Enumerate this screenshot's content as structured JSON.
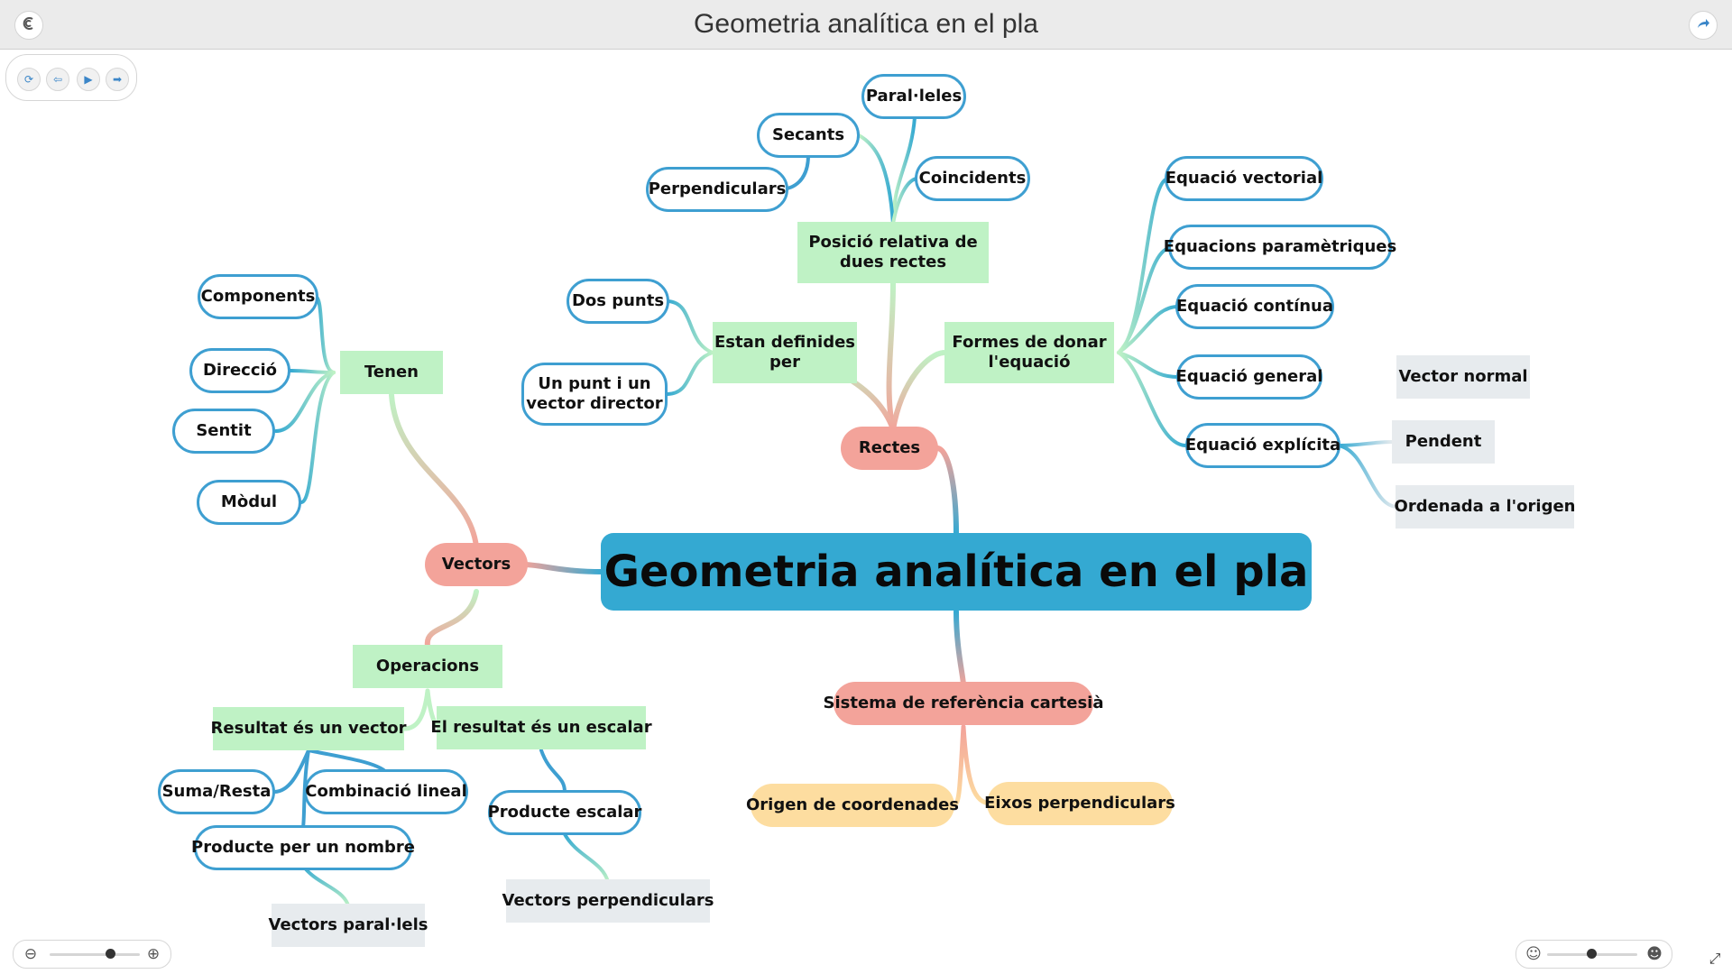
{
  "app": {
    "title": "Geometria analítica en el pla",
    "colors": {
      "center": "#34a9d2",
      "main_topic": "#f3a39a",
      "subtopic": "#bff2c5",
      "leaf_border": "#3e9fd1",
      "note": "#e7ebee",
      "orange": "#fddda0"
    }
  },
  "toolbar": {
    "back_icon": "back-icon",
    "share_icon": "share-icon",
    "nav": [
      "refresh-icon",
      "prev-icon",
      "play-icon",
      "next-icon"
    ]
  },
  "map": {
    "center": "Geometria analítica en el pla",
    "vectors": {
      "label": "Vectors",
      "tenen": {
        "label": "Tenen",
        "items": [
          "Components",
          "Direcció",
          "Sentit",
          "Mòdul"
        ]
      },
      "operacions": {
        "label": "Operacions",
        "resultat_vector": {
          "label": "Resultat és un vector",
          "items": [
            "Suma/Resta",
            "Combinació lineal",
            "Producte per un nombre"
          ],
          "note": "Vectors paral·lels"
        },
        "resultat_escalar": {
          "label": "El resultat és un escalar",
          "item": "Producte escalar",
          "note": "Vectors perpendiculars"
        }
      }
    },
    "rectes": {
      "label": "Rectes",
      "posicio": {
        "label": "Posició relativa de dues rectes",
        "items": [
          "Secants",
          "Paral·leles",
          "Coincidents",
          "Perpendiculars"
        ]
      },
      "definides": {
        "label": "Estan definides per",
        "items": [
          "Dos punts",
          "Un punt i un vector director"
        ]
      },
      "formes": {
        "label": "Formes de donar l'equació",
        "items": [
          "Equació vectorial",
          "Equacions paramètriques",
          "Equació contínua",
          "Equació general",
          "Equació explícita"
        ],
        "general_note": "Vector normal",
        "explicita_notes": [
          "Pendent",
          "Ordenada a l'origen"
        ]
      }
    },
    "sistema": {
      "label": "Sistema de referència cartesià",
      "items": [
        "Origen de coordenades",
        "Eixos perpendiculars"
      ]
    }
  }
}
